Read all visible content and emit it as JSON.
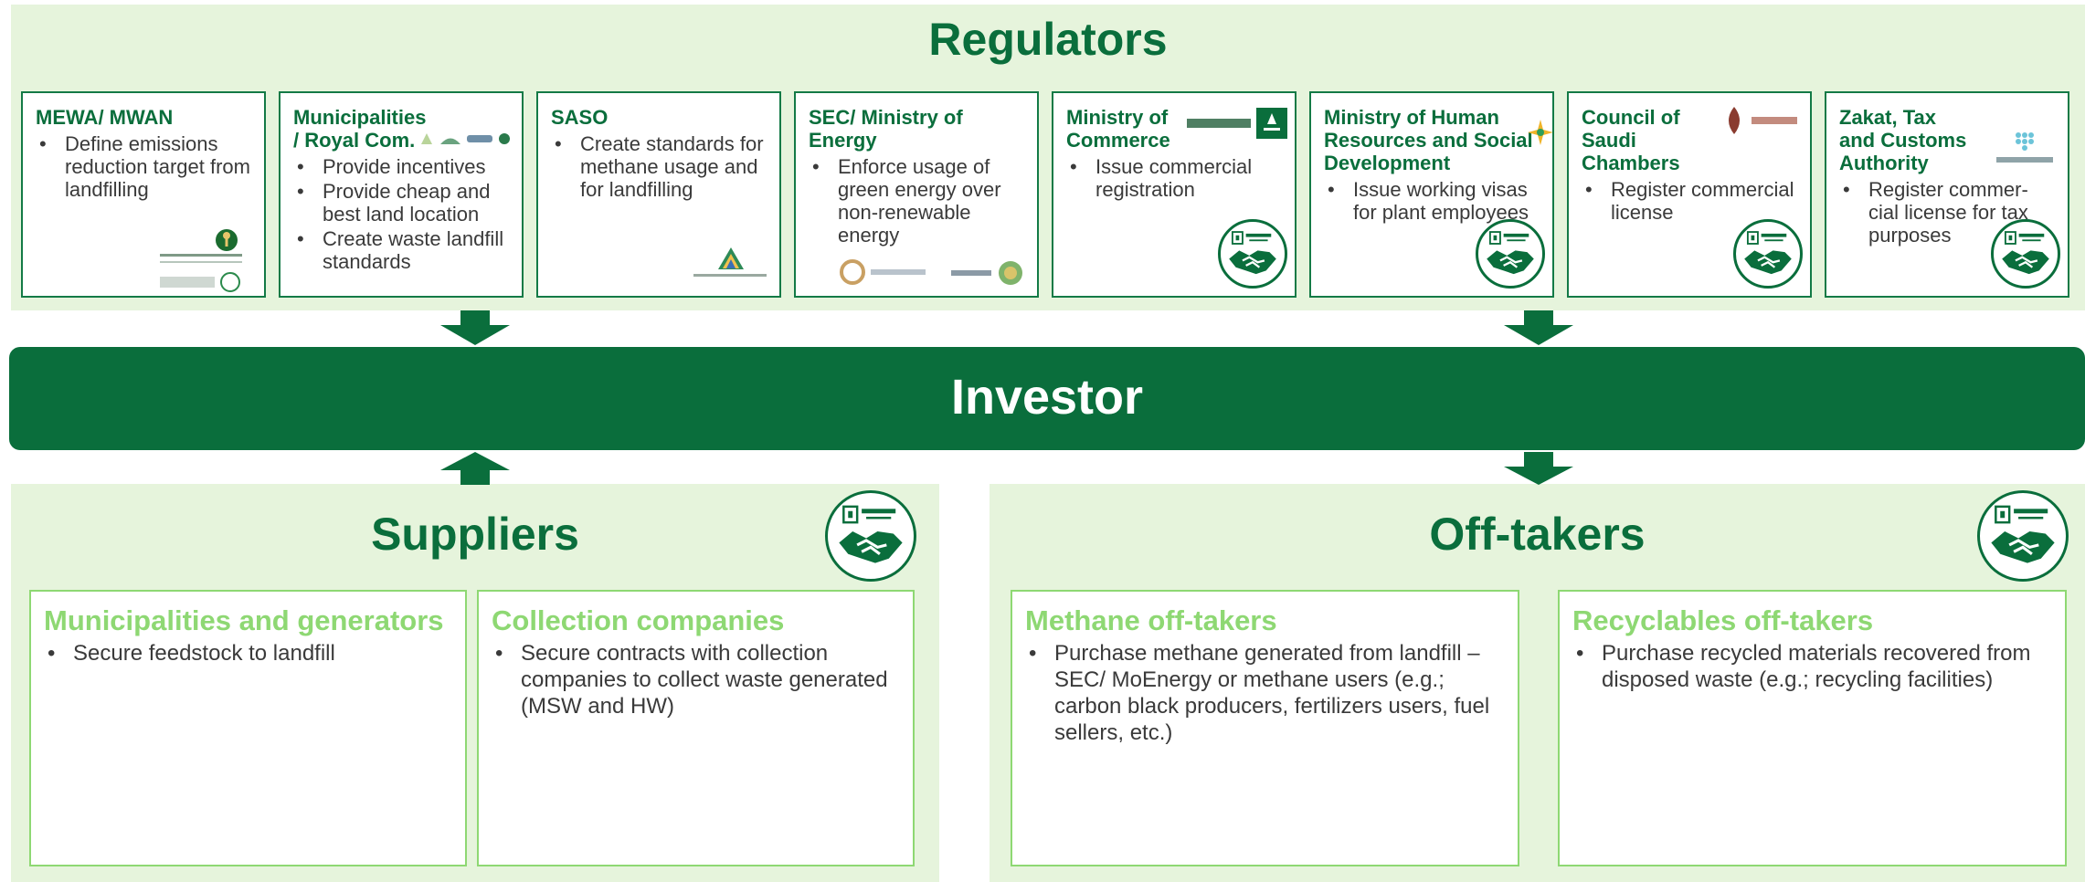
{
  "regulators": {
    "title": "Regulators",
    "cards": [
      {
        "title": "MEWA/ MWAN",
        "bullets": [
          "Define emissions reduction target from landfilling"
        ]
      },
      {
        "title": "Municipalities / Royal Com.",
        "bullets": [
          "Provide incentives",
          "Provide cheap and best land location",
          "Create waste landfill standards"
        ]
      },
      {
        "title": "SASO",
        "bullets": [
          "Create standards for methane usage and for landfilling"
        ]
      },
      {
        "title": "SEC/ Ministry of Energy",
        "bullets": [
          "Enforce usage of green energy over non-renewable energy"
        ]
      },
      {
        "title": "Ministry of Commerce",
        "bullets": [
          "Issue commercial registration"
        ]
      },
      {
        "title": "Ministry of Human Resources and Social Development",
        "bullets": [
          "Issue working visas for plant employees"
        ]
      },
      {
        "title": "Council of Saudi Chambers",
        "bullets": [
          "Register commercial license"
        ]
      },
      {
        "title": "Zakat, Tax and Customs Authority",
        "bullets": [
          "Register commer-cial license for tax purposes"
        ]
      }
    ]
  },
  "investor": {
    "label": "Investor"
  },
  "suppliers": {
    "title": "Suppliers",
    "cards": [
      {
        "title": "Municipalities and generators",
        "bullets": [
          "Secure feedstock to landfill"
        ]
      },
      {
        "title": "Collection companies",
        "bullets": [
          "Secure contracts with collection companies to collect waste generated (MSW and HW)"
        ]
      }
    ]
  },
  "offtakers": {
    "title": "Off-takers",
    "cards": [
      {
        "title": "Methane off-takers",
        "bullets": [
          "Purchase methane generated from landfill – SEC/ MoEnergy or methane users (e.g.; carbon black producers, fertilizers users, fuel sellers, etc.)"
        ]
      },
      {
        "title": "Recyclables off-takers",
        "bullets": [
          "Purchase recycled materials recovered from disposed waste (e.g.; recycling facilities)"
        ]
      }
    ]
  },
  "colors": {
    "dark_green": "#0a6e3c",
    "light_green_text": "#8ed873",
    "panel_bg": "#e6f4dc",
    "investor_bar": "#0a6e3c"
  },
  "icons": [
    "handshake-seal-icon",
    "org-logo-icon",
    "down-arrow-icon",
    "up-arrow-icon"
  ]
}
